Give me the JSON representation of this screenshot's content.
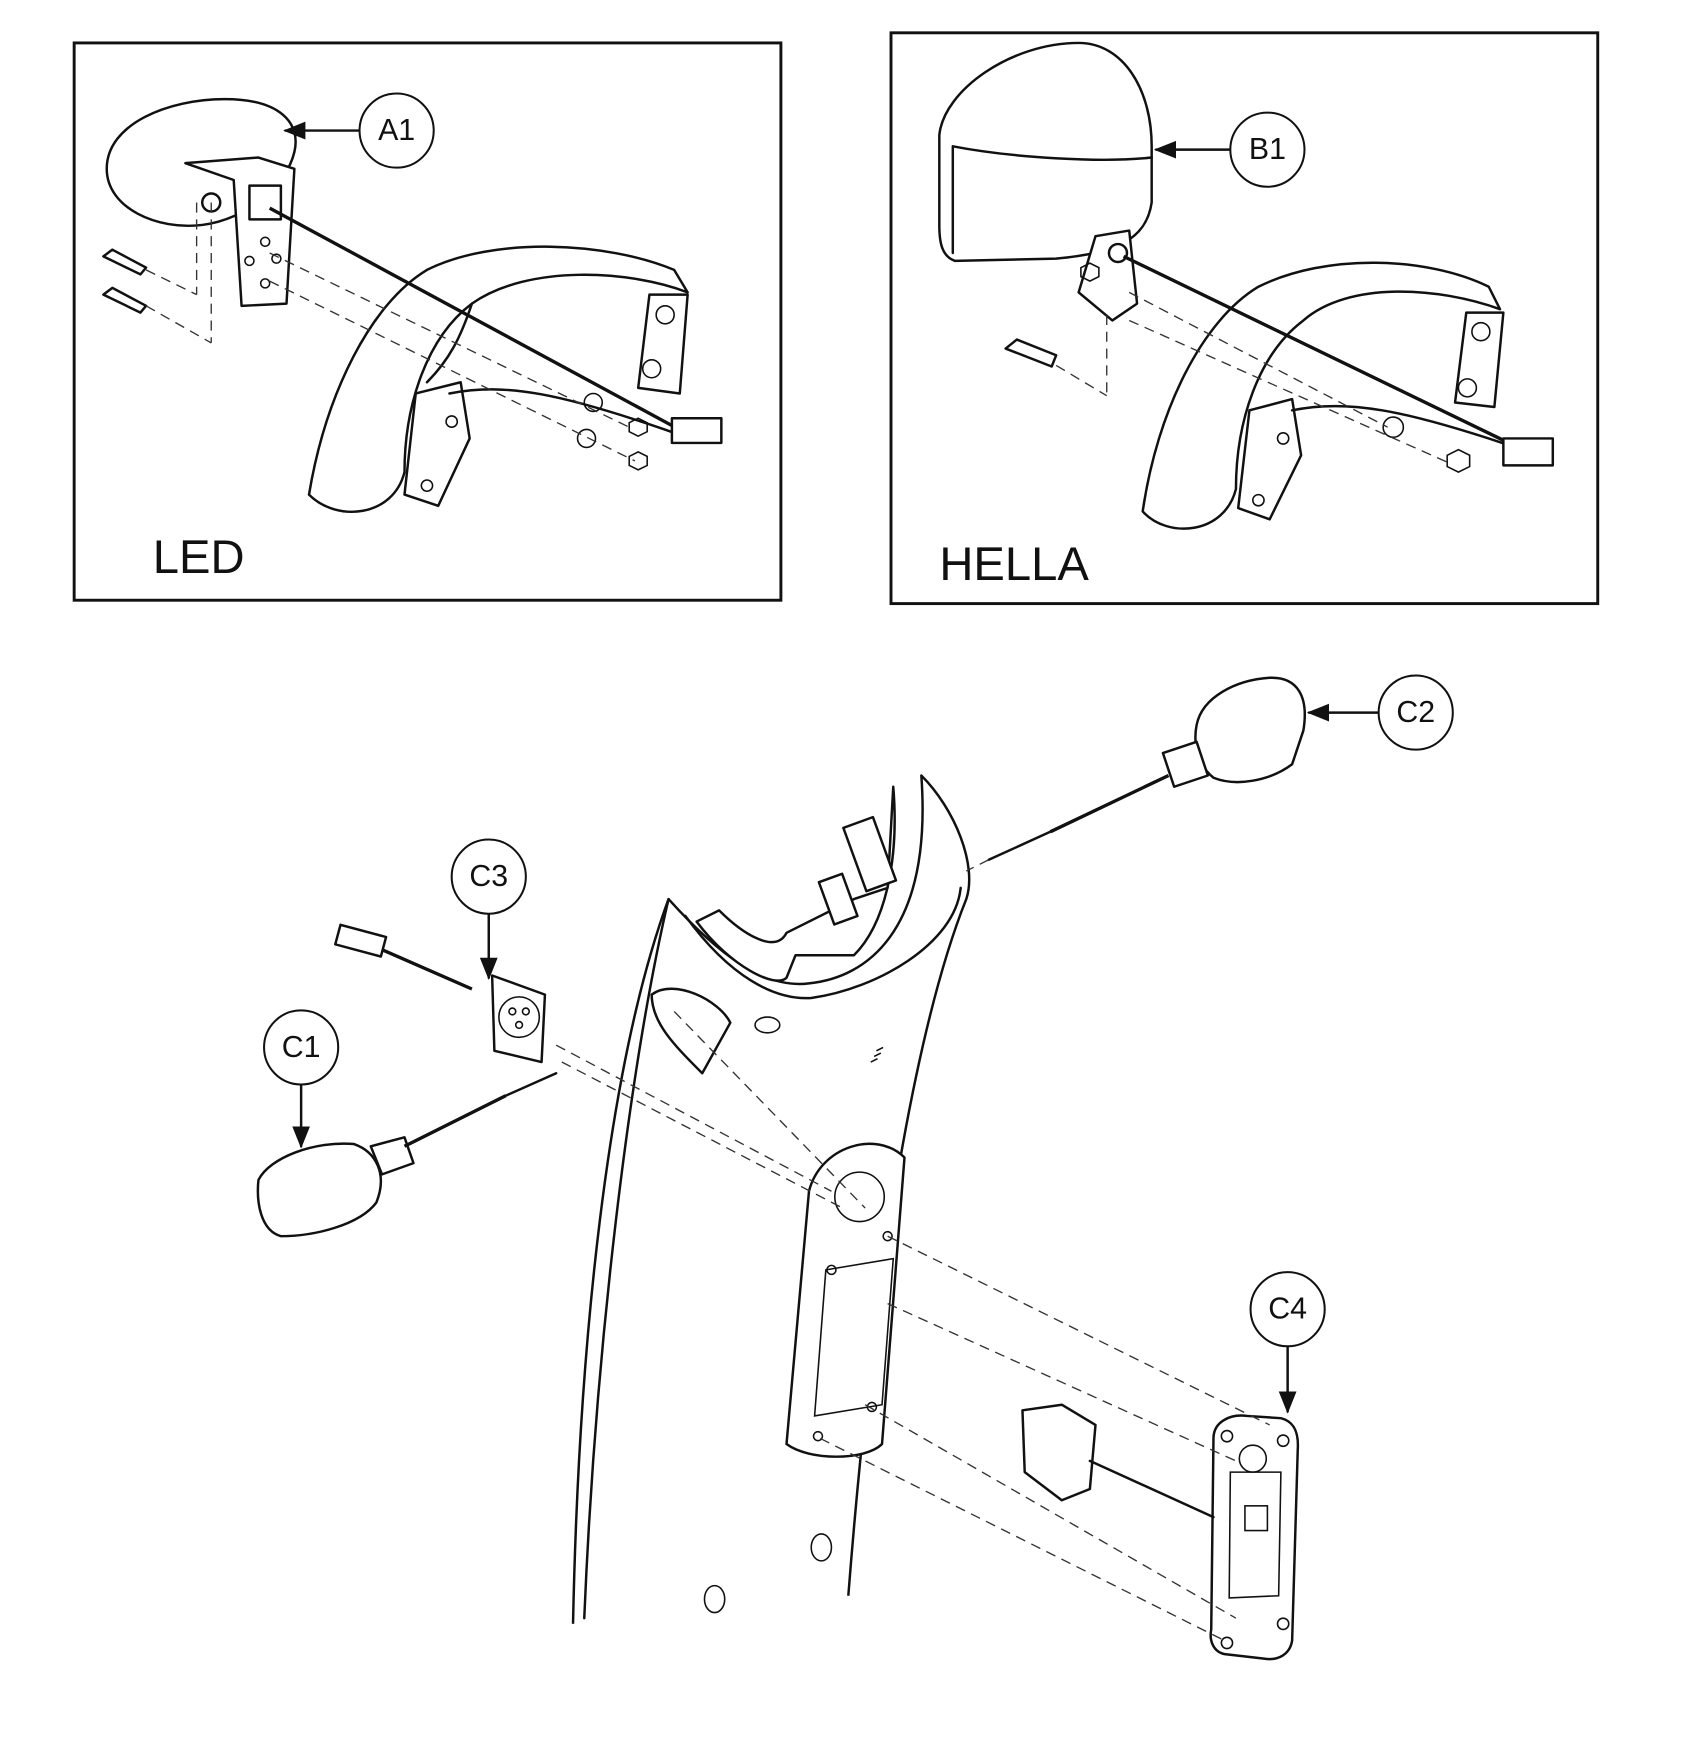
{
  "panels": {
    "led": {
      "label": "LED",
      "callout": "A1"
    },
    "hella": {
      "label": "HELLA",
      "callout": "B1"
    }
  },
  "main": {
    "callouts": {
      "c1": "C1",
      "c2": "C2",
      "c3": "C3",
      "c4": "C4"
    }
  }
}
